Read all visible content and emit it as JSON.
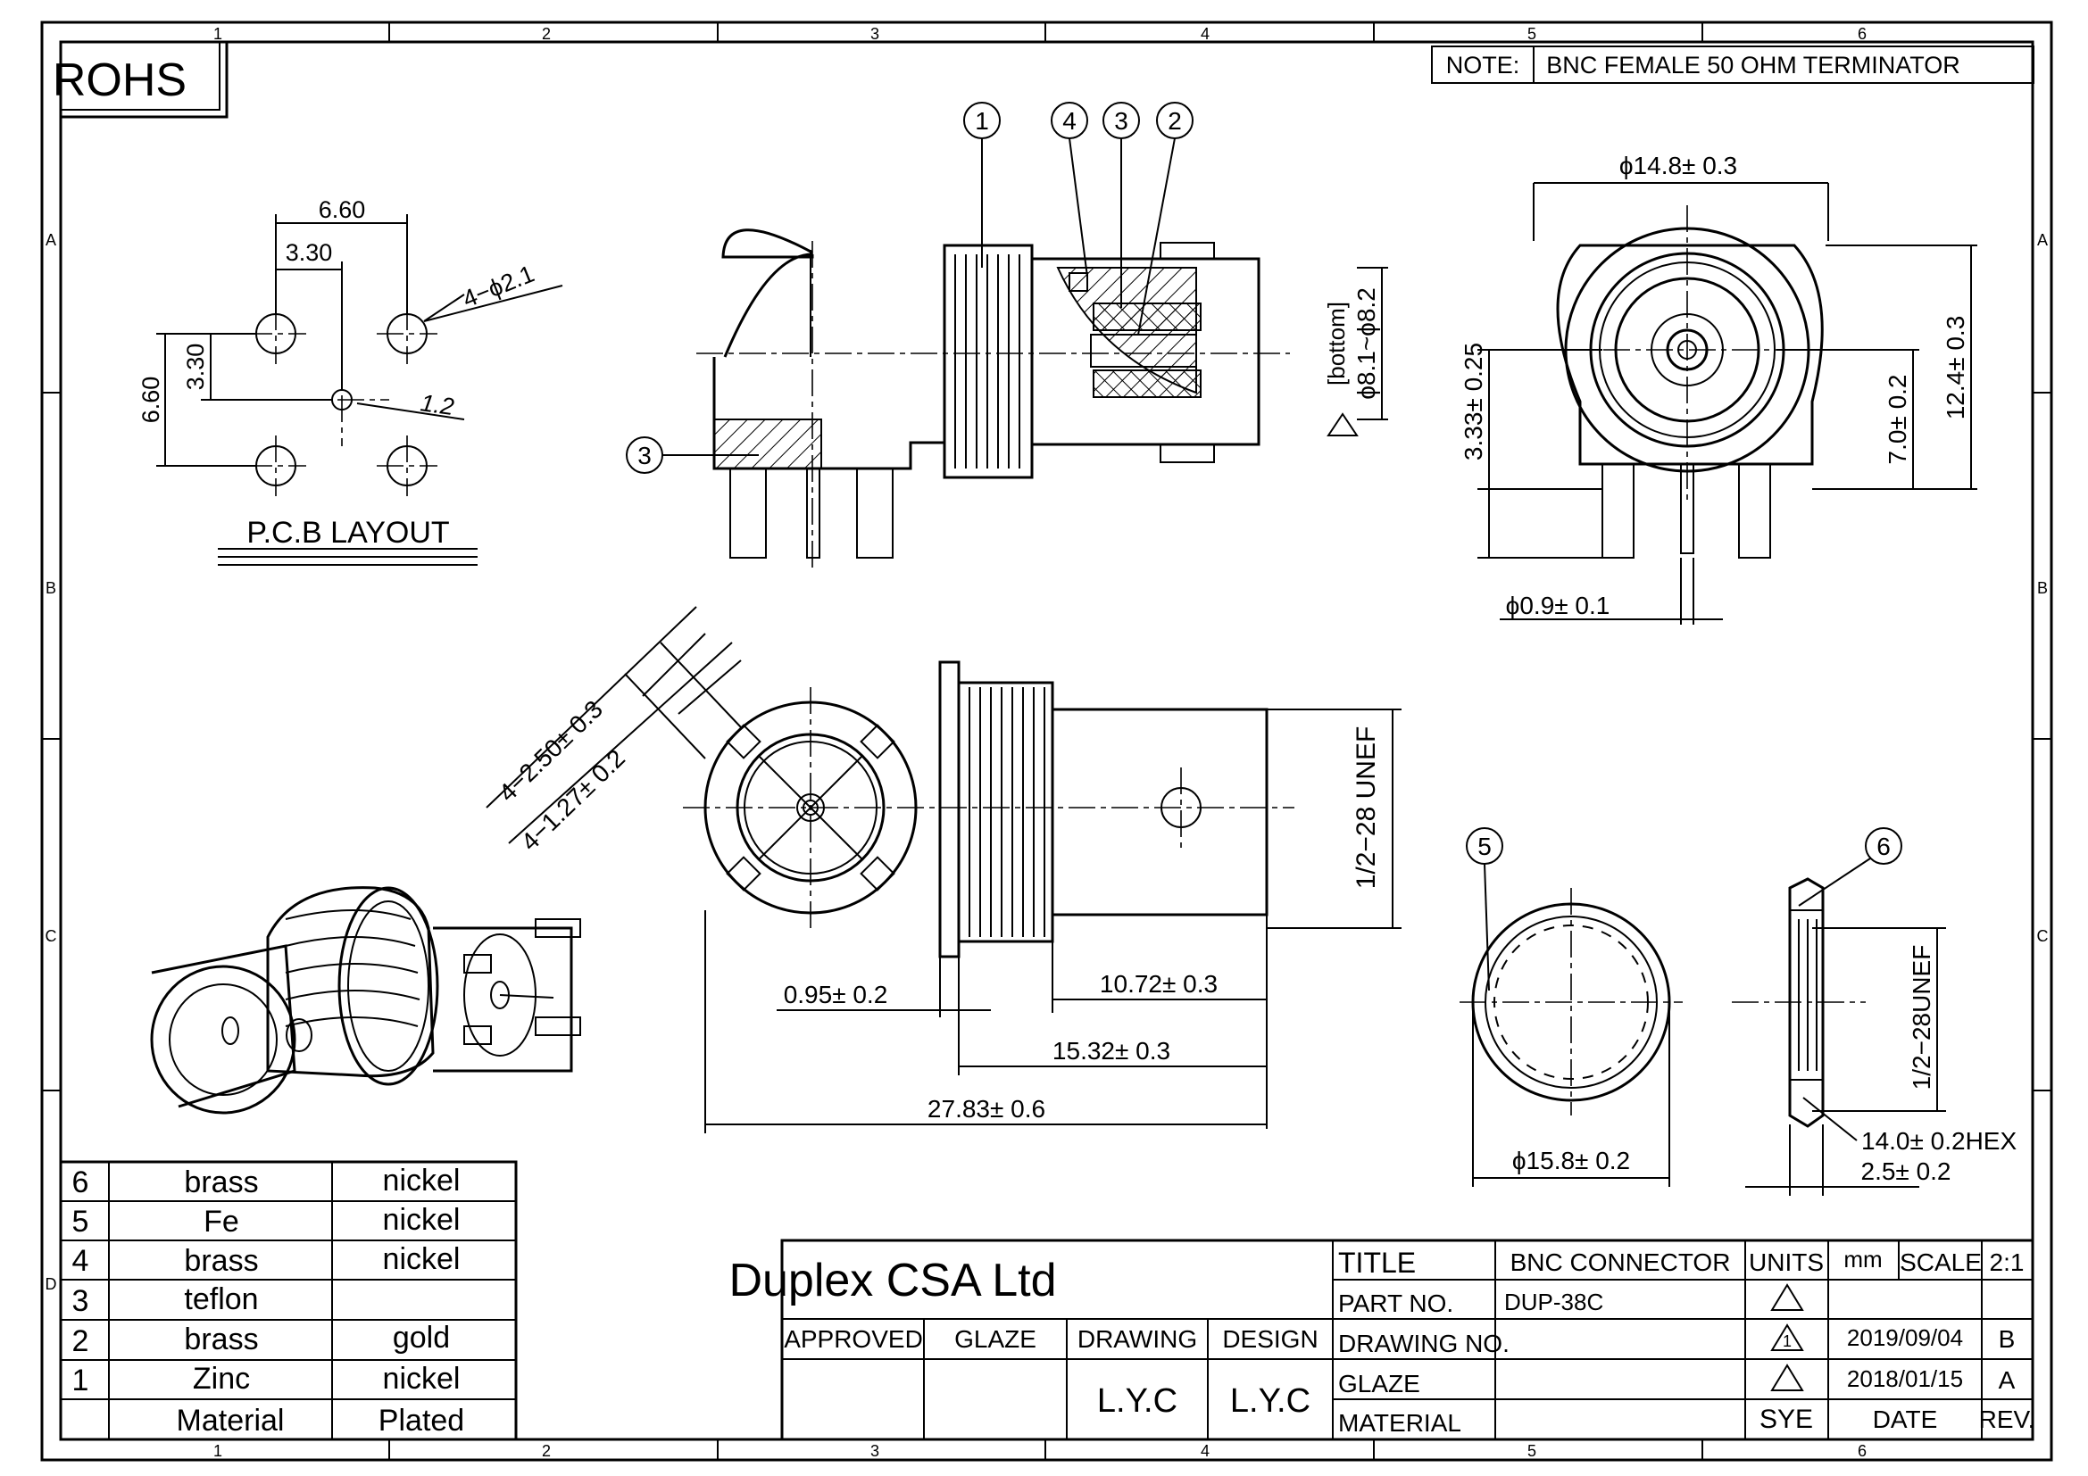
{
  "rohs_label": "ROHS",
  "note": {
    "label": "NOTE:",
    "text": "BNC FEMALE 50 OHM TERMINATOR"
  },
  "grid": {
    "columns": [
      "1",
      "2",
      "3",
      "4",
      "5",
      "6"
    ],
    "rows": [
      "A",
      "B",
      "C",
      "D"
    ]
  },
  "pcb_layout": {
    "title": "P.C.B  LAYOUT",
    "dims": {
      "w_total": "6.60",
      "w_half": "3.30",
      "h_total": "6.60",
      "h_half": "3.30",
      "holes": "4−ϕ2.1",
      "center": "1.2"
    }
  },
  "side_view": {
    "balloons": [
      "1",
      "4",
      "3",
      "2",
      "3"
    ],
    "bottom_note": "[bottom]",
    "bottom_dim": "ϕ8.1~ϕ8.2"
  },
  "front_view": {
    "width": "ϕ14.8± 0.3",
    "height": "12.4± 0.3",
    "mid": "7.0± 0.2",
    "offset": "3.33± 0.25",
    "pin": "ϕ0.9± 0.1"
  },
  "top_view": {
    "dim_a": "4−2.50± 0.3",
    "dim_b": "4−1.27± 0.2",
    "thread": "1/2−28  UNEF",
    "flange": "0.95± 0.2",
    "len1": "10.72± 0.3",
    "len2": "15.32± 0.3",
    "len3": "27.83± 0.6"
  },
  "washer": {
    "balloon": "5",
    "dia": "ϕ15.8± 0.2"
  },
  "nut": {
    "balloon": "6",
    "thread": "1/2−28UNEF",
    "hex": "14.0± 0.2HEX",
    "thick": "2.5± 0.2"
  },
  "bom": [
    {
      "no": "6",
      "material": "brass",
      "plated": "nickel"
    },
    {
      "no": "5",
      "material": "Fe",
      "plated": "nickel"
    },
    {
      "no": "4",
      "material": "brass",
      "plated": "nickel"
    },
    {
      "no": "3",
      "material": "teflon",
      "plated": ""
    },
    {
      "no": "2",
      "material": "brass",
      "plated": "gold"
    },
    {
      "no": "1",
      "material": "Zinc",
      "plated": "nickel"
    },
    {
      "no": "",
      "material": "Material",
      "plated": "Plated"
    }
  ],
  "title_block": {
    "company": "Duplex CSA Ltd",
    "approved": "APPROVED",
    "glaze": "GLAZE",
    "drawing": "DRAWING",
    "design": "DESIGN",
    "drawing_by": "L.Y.C",
    "design_by": "L.Y.C",
    "title_label": "TITLE",
    "title_value": "BNC CONNECTOR",
    "part_label": "PART NO.",
    "part_value": "DUP-38C",
    "drawing_no_label": "DRAWING NO.",
    "glaze_label": "GLAZE",
    "material_label": "MATERIAL",
    "units_label": "UNITS",
    "units_value": "mm",
    "scale_label": "SCALE",
    "scale_value": "2:1",
    "rev_rows": [
      {
        "mark": "1",
        "date": "2019/09/04",
        "rev": "B"
      },
      {
        "mark": "",
        "date": "2018/01/15",
        "rev": "A"
      }
    ],
    "sye": "SYE",
    "date_label": "DATE",
    "rev_label": "REV."
  }
}
